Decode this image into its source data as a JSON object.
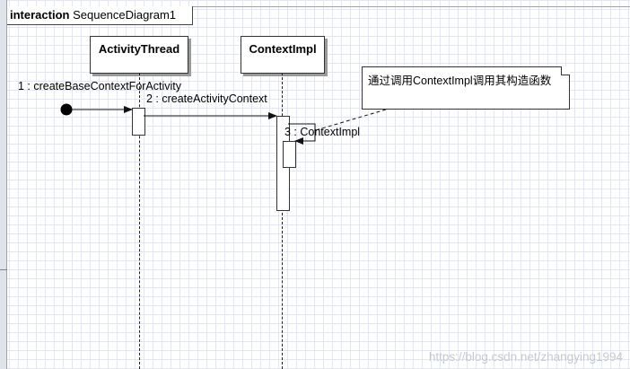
{
  "frame": {
    "keyword": "interaction",
    "name": "SequenceDiagram1"
  },
  "lifelines": [
    {
      "name": "ActivityThread"
    },
    {
      "name": "ContextImpl"
    }
  ],
  "messages": [
    {
      "label": "1 : createBaseContextForActivity"
    },
    {
      "label": "2 : createActivityContext"
    },
    {
      "label": "3 : ContextImpl"
    }
  ],
  "note": {
    "text": "通过调用ContextImpl调用其构造函数"
  },
  "watermark": "https://blog.csdn.net/zhangying1994",
  "colors": {
    "grid": "#e3e6ee",
    "line": "#222222",
    "box_shadow": "#9a9a9a",
    "watermark": "#c5c8cf"
  }
}
